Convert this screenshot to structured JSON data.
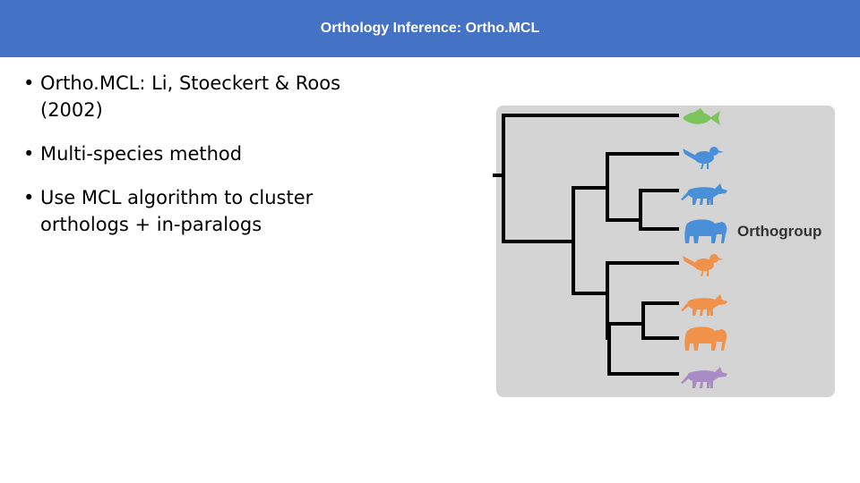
{
  "slide": {
    "title": "Orthology Inference: Ortho.MCL",
    "bullets": [
      "Ortho.MCL: Li, Stoeckert & Roos (2002)",
      "Multi-species method",
      "Use MCL algorithm to cluster orthologs + in-paralogs"
    ]
  },
  "figure": {
    "group_label": "Orthogroup",
    "leaves": [
      {
        "icon": "fish-icon",
        "color": "#7ec45d"
      },
      {
        "icon": "bird-icon",
        "color": "#4a90d9"
      },
      {
        "icon": "wolf-icon",
        "color": "#4a90d9"
      },
      {
        "icon": "elephant-icon",
        "color": "#4a90d9"
      },
      {
        "icon": "bird-icon",
        "color": "#f0924a"
      },
      {
        "icon": "wolf-icon",
        "color": "#f0924a"
      },
      {
        "icon": "elephant-icon",
        "color": "#f0924a"
      },
      {
        "icon": "wolf-icon",
        "color": "#a98bc6"
      }
    ],
    "panel_color": "#d4d4d4"
  }
}
